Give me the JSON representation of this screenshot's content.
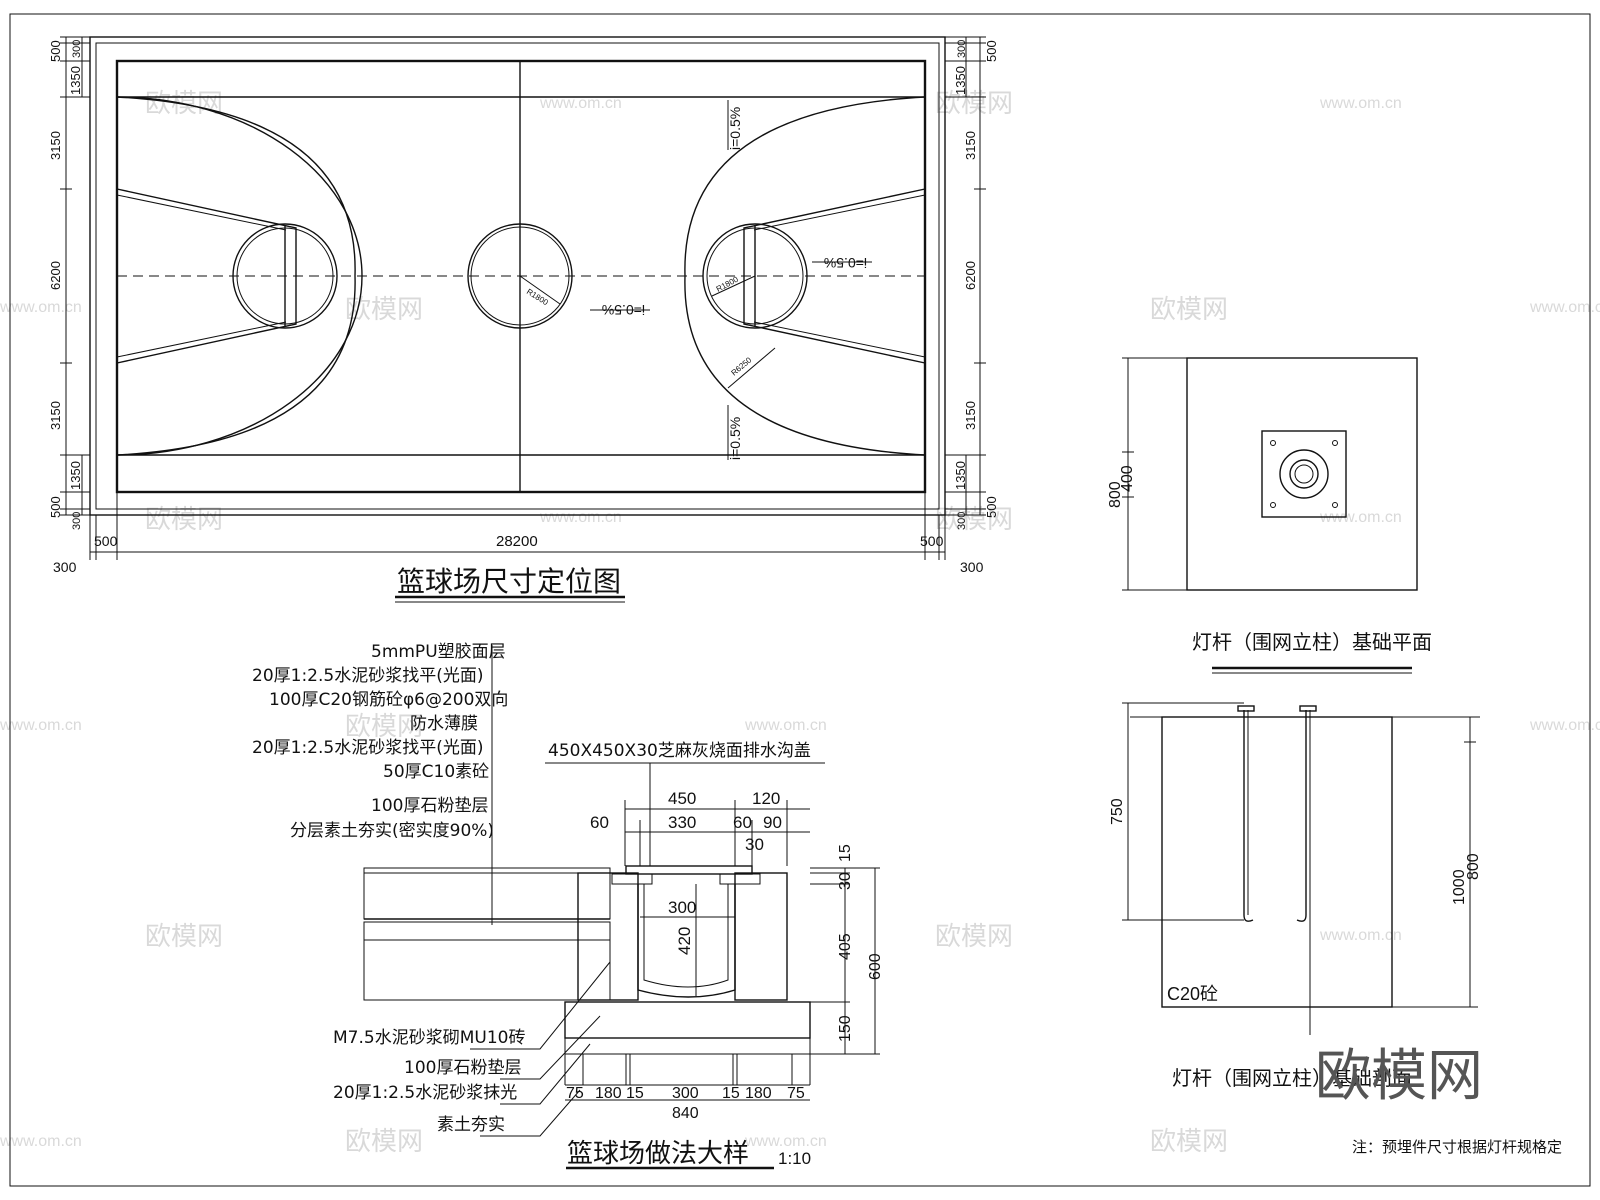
{
  "court_plan": {
    "title": "篮球场尺寸定位图",
    "dims_left": [
      "500",
      "300",
      "1350",
      "3150",
      "6200",
      "3150",
      "1350",
      "500",
      "300"
    ],
    "dims_right": [
      "300",
      "500",
      "1350",
      "3150",
      "6200",
      "3150",
      "1350",
      "300",
      "500"
    ],
    "dims_bottom": {
      "left_300": "300",
      "left_500": "500",
      "total": "28200",
      "right_500": "500",
      "right_300": "300"
    },
    "center_radius": "R1800",
    "key_radius": "R1800",
    "three_pt_radius": "R6250",
    "slopes": [
      "i=0.5%",
      "i=0.5%",
      "i=0.5%",
      "i=0.5%"
    ]
  },
  "detail": {
    "title": "篮球场做法大样",
    "scale": "1:10",
    "layers": [
      "5mmPU塑胶面层",
      "20厚1:2.5水泥砂浆找平(光面)",
      "100厚C20钢筋砼φ6@200双向",
      "防水薄膜",
      "20厚1:2.5水泥砂浆找平(光面)",
      "50厚C10素砼",
      "100厚石粉垫层",
      "分层素土夯实(密实度90%)"
    ],
    "cover_label": "450X450X30芝麻灰烧面排水沟盖",
    "left_labels": [
      "M7.5水泥砂浆砌MU10砖",
      "100厚石粉垫层",
      "20厚1:2.5水泥砂浆抹光",
      "素土夯实"
    ],
    "top_dims": {
      "d450": "450",
      "d120": "120",
      "d60a": "60",
      "d330": "330",
      "d60b": "60",
      "d90": "90",
      "d30": "30"
    },
    "right_dims": {
      "d15": "15",
      "d30": "30",
      "d405": "405",
      "d600": "600",
      "d150": "150"
    },
    "inner_dims": {
      "d300": "300",
      "d420": "420"
    },
    "bottom_dims": [
      "75",
      "180",
      "15",
      "300",
      "15",
      "180",
      "75"
    ],
    "bottom_total": "840"
  },
  "foundation_plan": {
    "title": "灯杆（围网立柱）基础平面",
    "dim_outer": "800",
    "dim_inner": "400"
  },
  "foundation_section": {
    "title": "灯杆（围网立柱）基础剖面",
    "material": "C20砼",
    "dim_left": "750",
    "dim_right_outer": "1000",
    "dim_right_inner": "800"
  },
  "note": "注：预埋件尺寸根据灯杆规格定",
  "watermarks": {
    "logo": "欧模网",
    "url": "www.om.cn",
    "brand": "欧模网"
  }
}
